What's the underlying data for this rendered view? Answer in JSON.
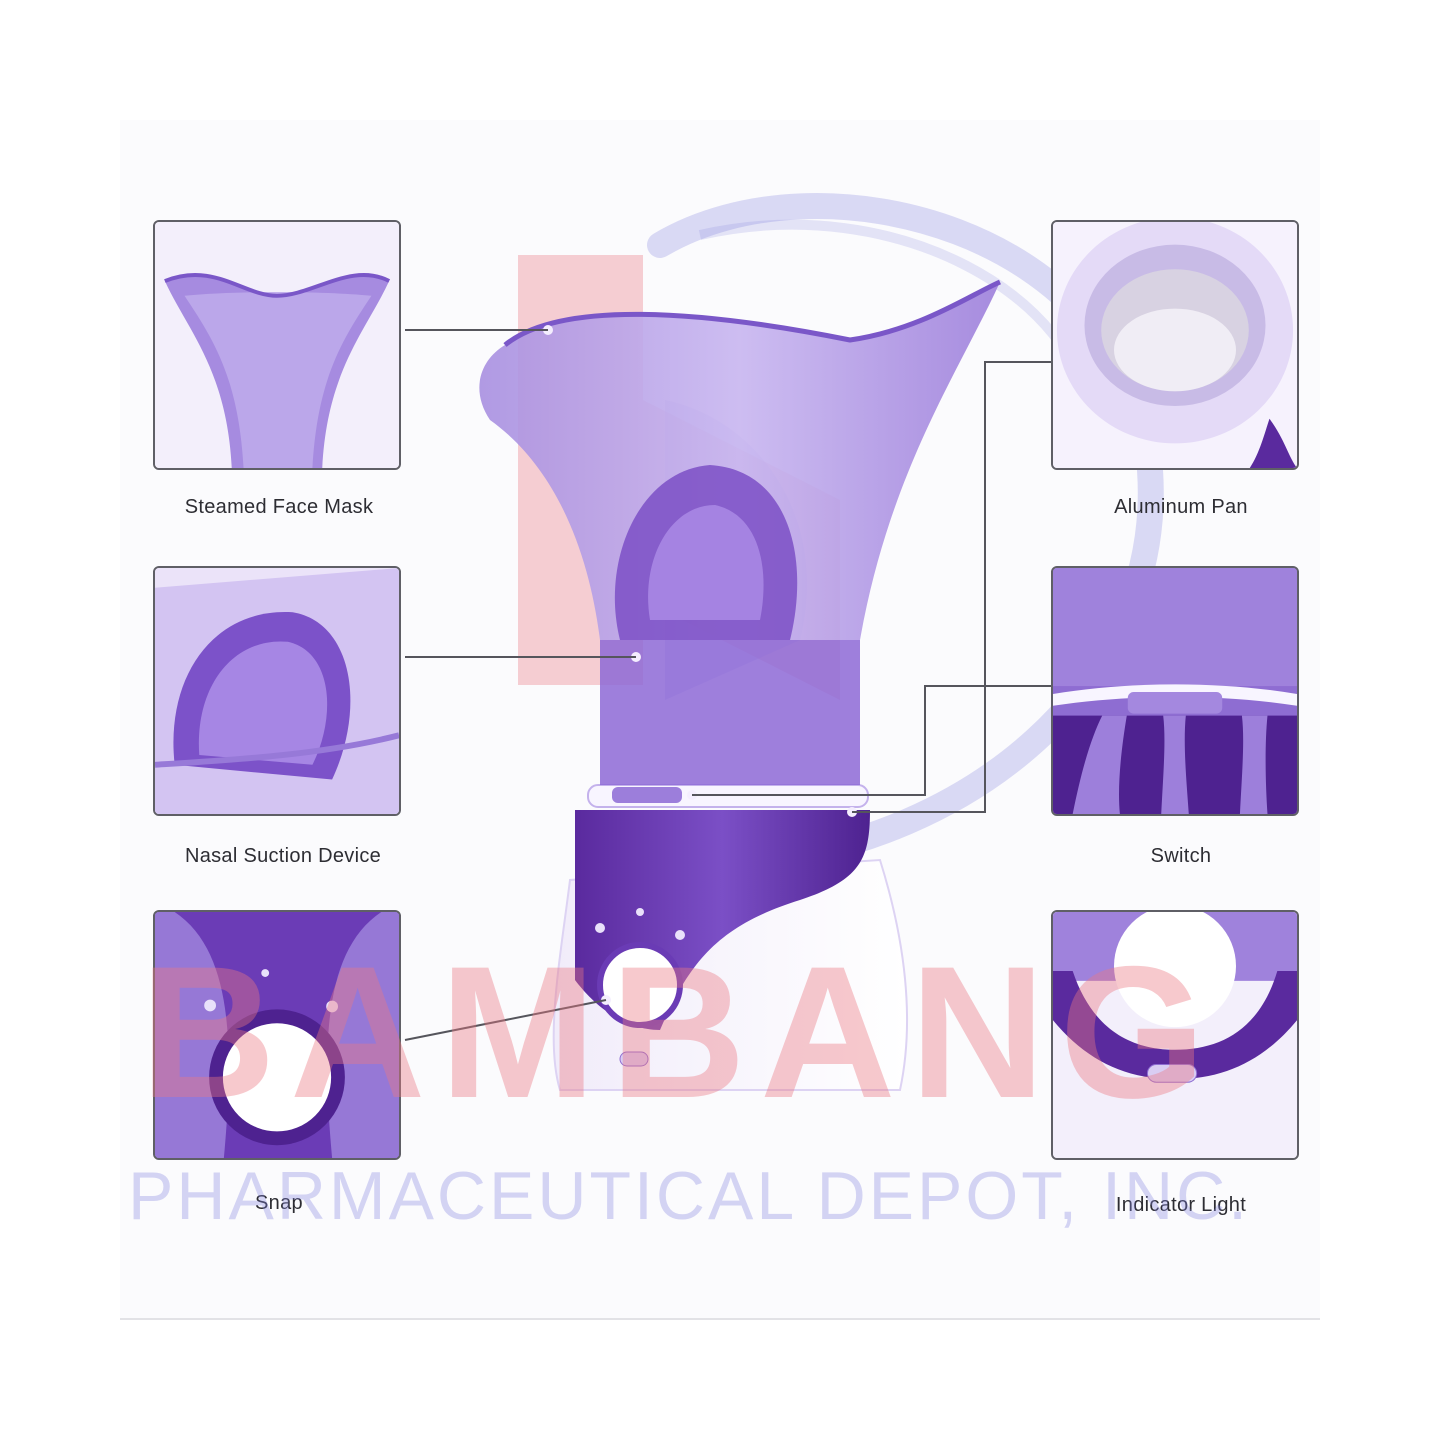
{
  "labels": {
    "face_mask": "Steamed Face Mask",
    "aluminum_pan": "Aluminum Pan",
    "nasal_device": "Nasal Suction Device",
    "switch": "Switch",
    "snap": "Snap",
    "indicator_light": "Indicator Light"
  },
  "watermark": {
    "brand": "BAMBANG",
    "company": "PHARMACEUTICAL DEPOT, INC."
  },
  "colors": {
    "purple_dark": "#5a2a9e",
    "purple_mid": "#8e6dd2",
    "purple_light": "#c9b6ee",
    "watermark_red": "#ec7882",
    "watermark_blue": "#8282e1"
  }
}
